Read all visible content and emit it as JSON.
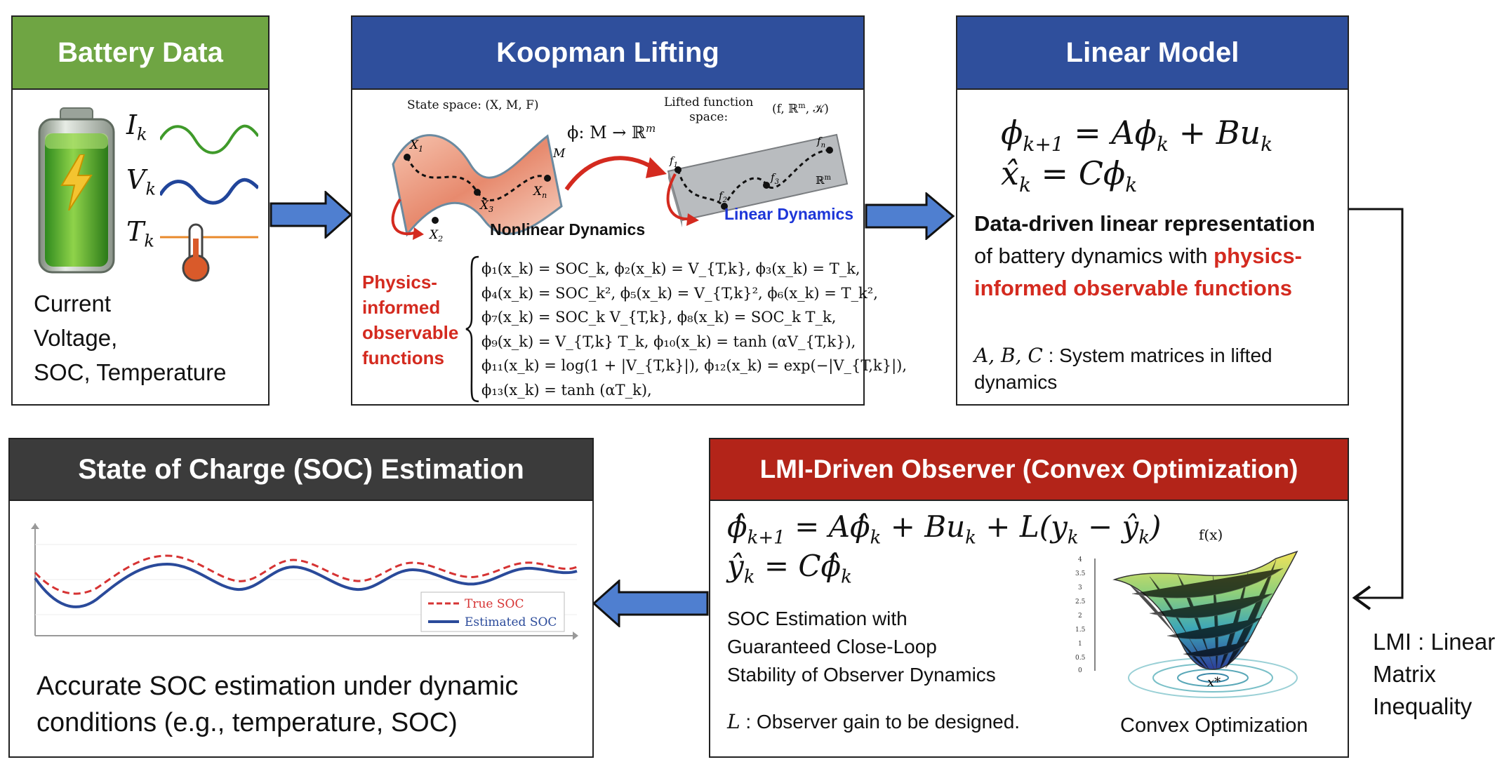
{
  "colors": {
    "green_header": "#6fa543",
    "blue_header": "#2f4f9c",
    "red_header": "#b32419",
    "dark_header": "#3b3b3b",
    "arrow_blue": "#4f7fd0",
    "highlight_red": "#d42a1f",
    "highlight_blue": "#1d36d8"
  },
  "battery": {
    "title": "Battery Data",
    "signal_i": "I",
    "signal_v": "V",
    "signal_t": "T",
    "subscript": "k",
    "desc_lines": [
      "Current",
      "Voltage,",
      "SOC, Temperature"
    ],
    "icons": [
      "battery-icon",
      "lightning-bolt-icon",
      "sine-wave-icon",
      "thermometer-icon"
    ]
  },
  "koopman": {
    "title": "Koopman Lifting",
    "state_space_label": "State space: (X, M, F)",
    "map_label": "ϕ: M → ℝ",
    "map_sup": "m",
    "lifted_label_line1": "Lifted function",
    "lifted_label_line2": "space:",
    "lifted_tuple": "(f, ℝ",
    "lifted_tuple_sup": "m",
    "lifted_tuple_end": ", 𝒦)",
    "nonlinear_label": "Nonlinear Dynamics",
    "linear_label": "Linear Dynamics",
    "surface_labels": [
      "X",
      "X",
      "X",
      "X",
      "M"
    ],
    "surface_subs": [
      "1",
      "2",
      "3",
      "n",
      ""
    ],
    "plane_labels": [
      "f",
      "f",
      "f",
      "f",
      "ℝ"
    ],
    "plane_subs": [
      "1",
      "2",
      "3",
      "n",
      ""
    ],
    "plane_sups": [
      "",
      "",
      "",
      "",
      "m"
    ],
    "physics_lines": [
      "Physics-",
      "informed",
      "observable",
      "functions"
    ],
    "observables": [
      "ϕ₁(x_k) = SOC_k,  ϕ₂(x_k) = V_{T,k},  ϕ₃(x_k) = T_k,",
      "ϕ₄(x_k) = SOC_k²,  ϕ₅(x_k) = V_{T,k}²,  ϕ₆(x_k) = T_k²,",
      "ϕ₇(x_k) = SOC_k V_{T,k},  ϕ₈(x_k) = SOC_k T_k,",
      "ϕ₉(x_k) = V_{T,k} T_k,  ϕ₁₀(x_k) = tanh (αV_{T,k}),",
      "ϕ₁₁(x_k) = log(1 + |V_{T,k}|),  ϕ₁₂(x_k) = exp(−|V_{T,k}|),",
      "ϕ₁₃(x_k) = tanh (αT_k),"
    ]
  },
  "linear_model": {
    "title": "Linear Model",
    "eq1_lhs": "ϕ",
    "eq1_lhs_sub": "k+1",
    "eq1_rhs_a": " = Aϕ",
    "eq1_rhs_a_sub": "k",
    "eq1_rhs_b": " + Bu",
    "eq1_rhs_b_sub": "k",
    "eq2_lhs": "x̂",
    "eq2_lhs_sub": "k",
    "eq2_rhs": " = Cϕ",
    "eq2_rhs_sub": "k",
    "desc_bold": "Data-driven linear representation",
    "desc_plain": " of battery dynamics with ",
    "desc_red": "physics-informed observable functions",
    "matrices_label": "A, B, C",
    "matrices_desc": " : System matrices in lifted dynamics"
  },
  "observer": {
    "title": "LMI-Driven Observer (Convex Optimization)",
    "eq1_lhs": "ϕ̂",
    "eq1_lhs_sub": "k+1",
    "eq1_a": " = Aϕ̂",
    "eq1_a_sub": "k",
    "eq1_b": " + Bu",
    "eq1_b_sub": "k",
    "eq1_c": " + L(y",
    "eq1_c_sub": "k",
    "eq1_d": " − ŷ",
    "eq1_d_sub": "k",
    "eq1_e": ")",
    "eq2_lhs": "ŷ",
    "eq2_lhs_sub": "k",
    "eq2_rhs": " = Cϕ̂",
    "eq2_rhs_sub": "k",
    "desc_lines": [
      "SOC Estimation with",
      "Guaranteed Close-Loop",
      "Stability of Observer Dynamics"
    ],
    "gain_label": "L",
    "gain_desc": " : Observer gain to be designed.",
    "plot_fx_label": "f(x)",
    "plot_min_label": "x*",
    "plot_caption": "Convex Optimization",
    "z_ticks": [
      "4",
      "3.5",
      "3",
      "2.5",
      "2",
      "1.5",
      "1",
      "0.5",
      "0"
    ]
  },
  "soc": {
    "title": "State of Charge (SOC) Estimation",
    "legend_true": "True SOC",
    "legend_est": "Estimated SOC",
    "true_color": "#d63333",
    "est_color": "#2a4a9a",
    "desc_lines": [
      "Accurate SOC estimation under dynamic",
      "conditions (e.g., temperature, SOC)"
    ]
  },
  "lmi_note": {
    "lines": [
      "LMI : Linear",
      "Matrix",
      "Inequality"
    ]
  }
}
